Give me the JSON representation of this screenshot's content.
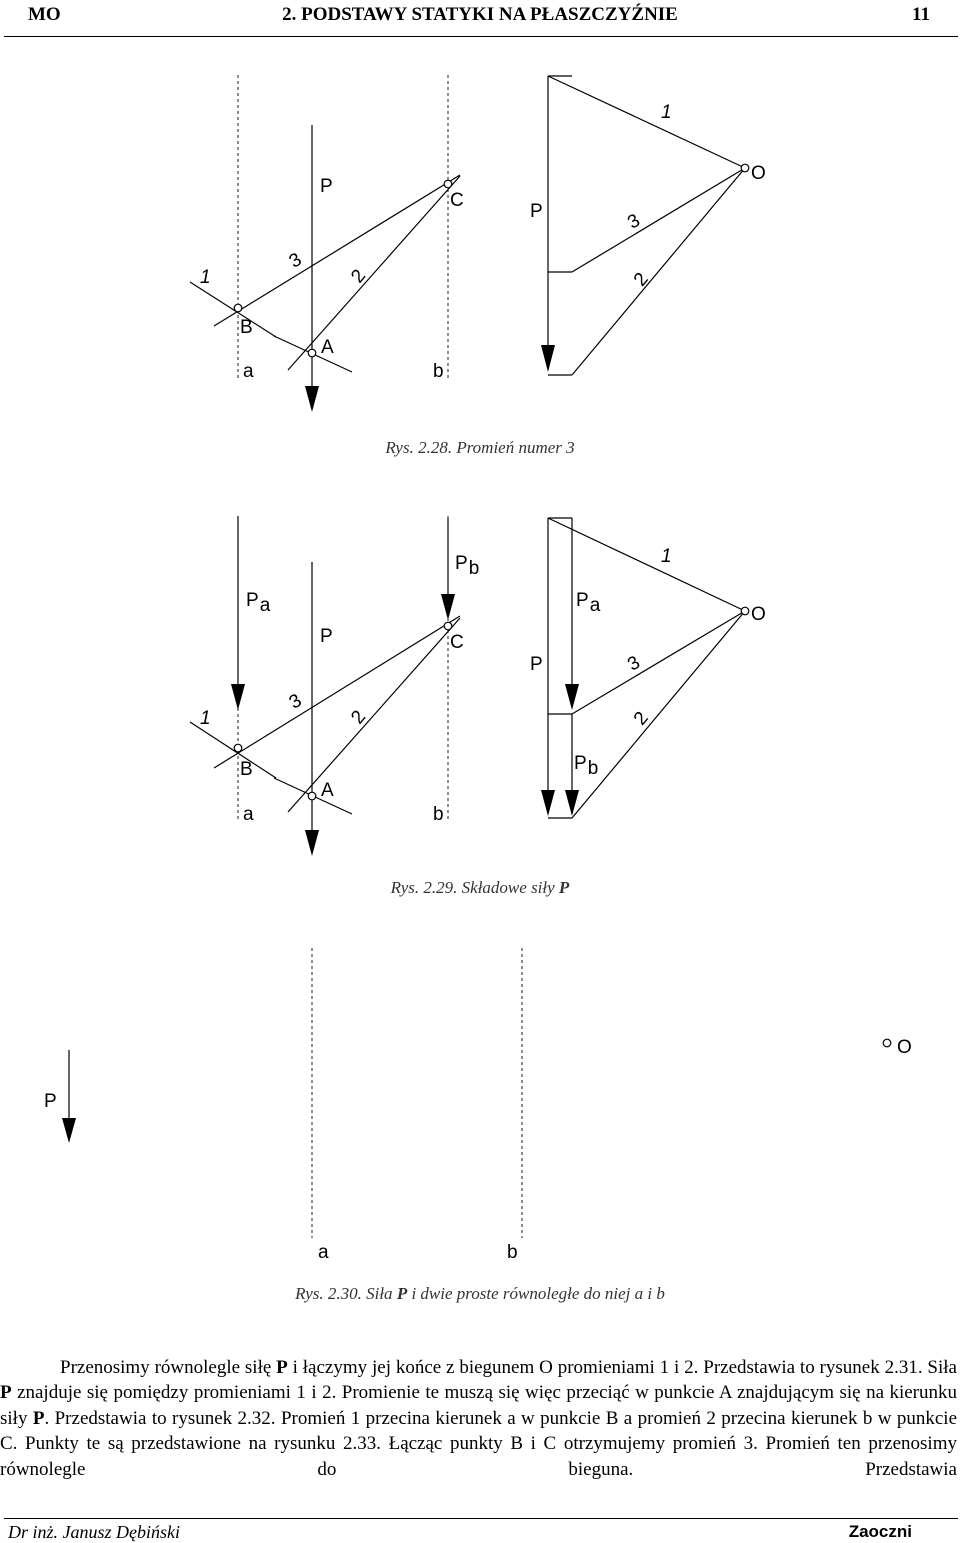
{
  "header": {
    "left": "MO",
    "center": "2. PODSTAWY STATYKI NA PŁASZCZYŹNIE",
    "right": "11"
  },
  "figure_228": {
    "labels": {
      "P": "P",
      "C": "C",
      "B": "B",
      "A": "A",
      "a": "a",
      "b": "b",
      "ray1": "1",
      "ray2": "2",
      "ray3": "3",
      "polygon_P": "P",
      "pole_O": "O",
      "poly_ray1": "1",
      "poly_ray2": "2",
      "poly_ray3": "3"
    },
    "caption": "Rys. 2.28. Promień numer 3"
  },
  "figure_229": {
    "labels": {
      "Pa": "P",
      "Pa_sub": "a",
      "P": "P",
      "Pb": "P",
      "Pb_sub": "b",
      "C": "C",
      "B": "B",
      "A": "A",
      "a": "a",
      "b": "b",
      "ray1": "1",
      "ray2": "2",
      "ray3": "3",
      "polygon_P": "P",
      "polygon_Pa": "P",
      "polygon_Pa_sub": "a",
      "polygon_Pb": "P",
      "polygon_Pb_sub": "b",
      "pole_O": "O",
      "poly_ray1": "1",
      "poly_ray2": "2",
      "poly_ray3": "3"
    },
    "caption_text": "Rys. 2.29. Składowe siły ",
    "caption_bold": "P"
  },
  "figure_230": {
    "labels": {
      "P": "P",
      "O": "O",
      "a": "a",
      "b": "b"
    },
    "caption_a": "Rys. 2.30. Siła ",
    "caption_b": "P",
    "caption_c": " i dwie proste równoległe do niej a i b"
  },
  "body": {
    "s1": "Przenosimy równolegle siłę ",
    "s2": "P",
    "s3": " i łączymy jej końce z biegunem O promieniami 1 i 2. Przedstawia to rysunek 2.31. Siła ",
    "s4": "P",
    "s5": " znajduje się pomiędzy promieniami 1 i 2. Promienie te muszą się więc przeciąć w punkcie A znajdującym się na kierunku siły ",
    "s6": "P",
    "s7": ". Przedstawia to rysunek 2.32. Promień 1 przecina kierunek a w punkcie B a promień 2 przecina kierunek b w punkcie C. Punkty te są przedstawione na rysunku 2.33. Łącząc punkty B i C otrzymujemy promień 3. Promień ten przenosimy równolegle do bieguna. Przedstawia"
  },
  "footer": {
    "left": "Dr inż. Janusz Dębiński",
    "right": "Zaoczni"
  }
}
